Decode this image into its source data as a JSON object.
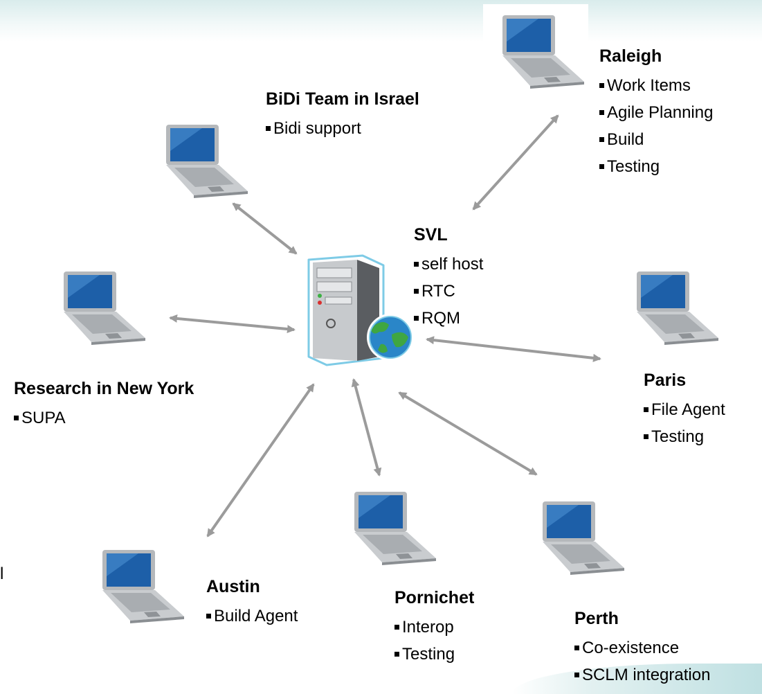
{
  "hub": {
    "name": "SVL",
    "items": [
      "self host",
      "RTC",
      "RQM"
    ]
  },
  "sites": {
    "raleigh": {
      "name": "Raleigh",
      "items": [
        "Work Items",
        "Agile Planning",
        "Build",
        "Testing"
      ]
    },
    "bidi": {
      "name": "BiDi Team in Israel",
      "items": [
        "Bidi support"
      ]
    },
    "newyork": {
      "name": "Research in New York",
      "items": [
        "SUPA"
      ]
    },
    "paris": {
      "name": "Paris",
      "items": [
        "File Agent",
        "Testing"
      ]
    },
    "austin": {
      "name": "Austin",
      "items": [
        "Build Agent"
      ]
    },
    "pornichet": {
      "name": "Pornichet",
      "items": [
        "Interop",
        "Testing"
      ]
    },
    "perth": {
      "name": "Perth",
      "items": [
        "Co-existence",
        "SCLM integration"
      ]
    }
  },
  "stray_text": "l",
  "icons": {
    "server": "server-tower-with-globe",
    "client": "laptop"
  },
  "colors": {
    "arrow": "#9b9b9b",
    "screen": "#1d5fa8",
    "server_outline": "#7ecbe6"
  }
}
